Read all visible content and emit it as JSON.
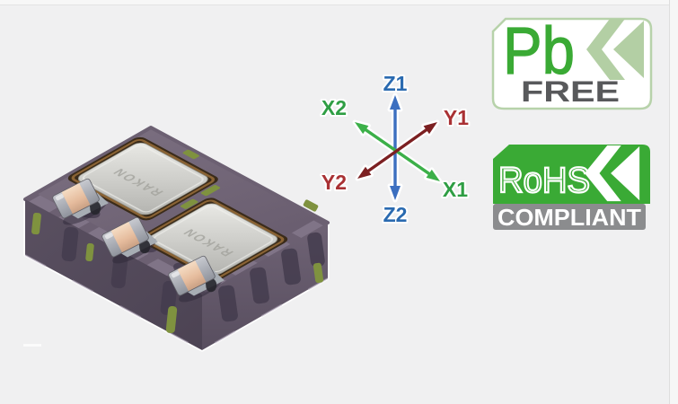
{
  "page": {
    "background_color": "#f0f0f1",
    "description": "Product graphic: Rakon SMD oscillator module 3D render with crystal axis diagram and compliance badges"
  },
  "product_render": {
    "lid1_label": "RAKON",
    "lid2_label": "RAKON",
    "colors": {
      "body_top": "#766a7b",
      "body_side_left": "#544a5b",
      "body_side_right": "#695d6f",
      "lid_silver": "#d9d9d5",
      "seal_ring_brown": "#4a3620",
      "solder_pad_green": "#7f923f",
      "capacitor_tan": "#ecd0b4"
    }
  },
  "axis_diagram": {
    "labels": {
      "z_up": "Z1",
      "z_down": "Z2",
      "x_upper_left": "X2",
      "x_lower_right": "X1",
      "y_upper_right": "Y1",
      "y_lower_left": "Y2"
    },
    "colors": {
      "z_label": "#2a6ab0",
      "z_arrow": "#3c6fc0",
      "x_label": "#2f9e44",
      "x_arrow": "#3cb049",
      "y_label": "#a93134",
      "y_arrow": "#7c2022"
    }
  },
  "badges": {
    "pb_free": {
      "symbol": "Pb",
      "label": "FREE",
      "symbol_color": "#3aaa35",
      "label_color": "#58595b",
      "border_color": "#b7d2aa",
      "chevron_color": "#b3cfa4"
    },
    "rohs": {
      "title": "RoHS",
      "subtitle": "COMPLIANT",
      "background_color": "#3aaa35",
      "bar_color": "#8b8c8e",
      "chevron_color": "#ffffff"
    }
  }
}
